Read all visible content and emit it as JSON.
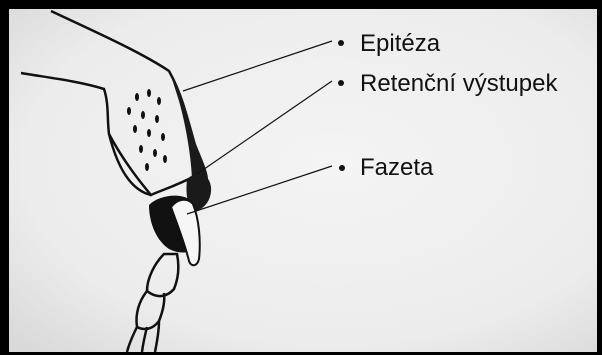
{
  "labels": {
    "epiteza": "Epitéza",
    "retencni_vystupek": "Retenční výstupek",
    "fazeta": "Fazeta"
  },
  "colors": {
    "frame": "#000000",
    "paper": "#efefef",
    "ink": "#111111"
  }
}
